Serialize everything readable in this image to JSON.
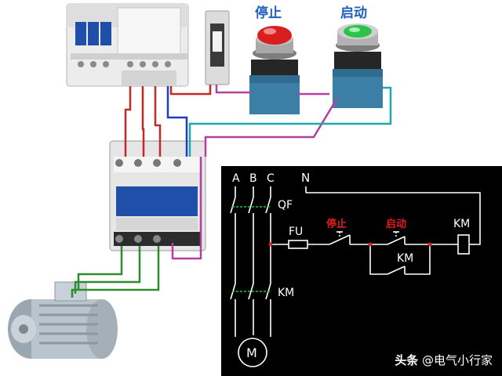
{
  "buttons": {
    "stop_label": "停止",
    "start_label": "启动",
    "stop_color": "#d81e1e",
    "start_color": "#2ec24a"
  },
  "schematic": {
    "phase_a": "A",
    "phase_b": "B",
    "phase_c": "C",
    "neutral": "N",
    "breaker": "QF",
    "fuse": "FU",
    "stop": "停止",
    "start": "启动",
    "coil": "KM",
    "aux_contact": "KM",
    "main_contact": "KM",
    "motor": "M"
  },
  "watermark": {
    "source": "头条",
    "author": "@电气小行家"
  }
}
